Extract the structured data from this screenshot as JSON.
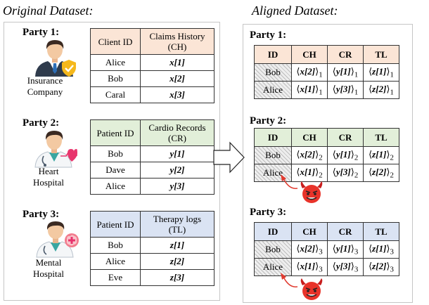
{
  "original_title": "Original Dataset:",
  "aligned_title": "Aligned Dataset:",
  "colors": {
    "orange_header": "#fbe5d6",
    "green_header": "#e2efd9",
    "blue_header": "#dae3f3",
    "devil_red": "#e8332a",
    "arrow_red": "#e03a2f"
  },
  "left": {
    "parties": [
      {
        "label": "Party 1:",
        "org_line1": "Insurance",
        "org_line2": "Company",
        "icon": "insurance-agent-icon",
        "col1_header": "Client ID",
        "col2_header_line1": "Claims History",
        "col2_header_line2": "(CH)",
        "rows": [
          {
            "id": "Alice",
            "var": "x",
            "idx": "[1]"
          },
          {
            "id": "Bob",
            "var": "x",
            "idx": "[2]"
          },
          {
            "id": "Caral",
            "var": "x",
            "idx": "[3]"
          }
        ]
      },
      {
        "label": "Party 2:",
        "org_line1": "Heart",
        "org_line2": "Hospital",
        "icon": "heart-doctor-icon",
        "col1_header": "Patient ID",
        "col2_header_line1": "Cardio Records",
        "col2_header_line2": "(CR)",
        "rows": [
          {
            "id": "Bob",
            "var": "y",
            "idx": "[1]"
          },
          {
            "id": "Dave",
            "var": "y",
            "idx": "[2]"
          },
          {
            "id": "Alice",
            "var": "y",
            "idx": "[3]"
          }
        ]
      },
      {
        "label": "Party 3:",
        "org_line1": "Mental",
        "org_line2": "Hospital",
        "icon": "brain-doctor-icon",
        "col1_header": "Patient ID",
        "col2_header_line1": "Therapy logs",
        "col2_header_line2": "(TL)",
        "rows": [
          {
            "id": "Bob",
            "var": "z",
            "idx": "[1]"
          },
          {
            "id": "Alice",
            "var": "z",
            "idx": "[2]"
          },
          {
            "id": "Eve",
            "var": "z",
            "idx": "[3]"
          }
        ]
      }
    ]
  },
  "right": {
    "headers": [
      "ID",
      "CH",
      "CR",
      "TL"
    ],
    "parties": [
      {
        "label": "Party 1:",
        "sub": "1",
        "rows": [
          {
            "id": "Bob",
            "cells": [
              {
                "v": "x",
                "i": "[2]"
              },
              {
                "v": "y",
                "i": "[1]"
              },
              {
                "v": "z",
                "i": "[1]"
              }
            ]
          },
          {
            "id": "Alice",
            "cells": [
              {
                "v": "x",
                "i": "[1]"
              },
              {
                "v": "y",
                "i": "[3]"
              },
              {
                "v": "z",
                "i": "[2]"
              }
            ]
          }
        ]
      },
      {
        "label": "Party 2:",
        "sub": "2",
        "rows": [
          {
            "id": "Bob",
            "cells": [
              {
                "v": "x",
                "i": "[2]"
              },
              {
                "v": "y",
                "i": "[1]"
              },
              {
                "v": "z",
                "i": "[1]"
              }
            ]
          },
          {
            "id": "Alice",
            "cells": [
              {
                "v": "x",
                "i": "[1]"
              },
              {
                "v": "y",
                "i": "[3]"
              },
              {
                "v": "z",
                "i": "[2]"
              }
            ]
          }
        ]
      },
      {
        "label": "Party 3:",
        "sub": "3",
        "rows": [
          {
            "id": "Bob",
            "cells": [
              {
                "v": "x",
                "i": "[2]"
              },
              {
                "v": "y",
                "i": "[1]"
              },
              {
                "v": "z",
                "i": "[1]"
              }
            ]
          },
          {
            "id": "Alice",
            "cells": [
              {
                "v": "x",
                "i": "[1]"
              },
              {
                "v": "y",
                "i": "[3]"
              },
              {
                "v": "z",
                "i": "[2]"
              }
            ]
          }
        ]
      }
    ]
  },
  "icons": {
    "transfer_arrow": "right-arrow-icon",
    "attacker": "devil-icon"
  }
}
